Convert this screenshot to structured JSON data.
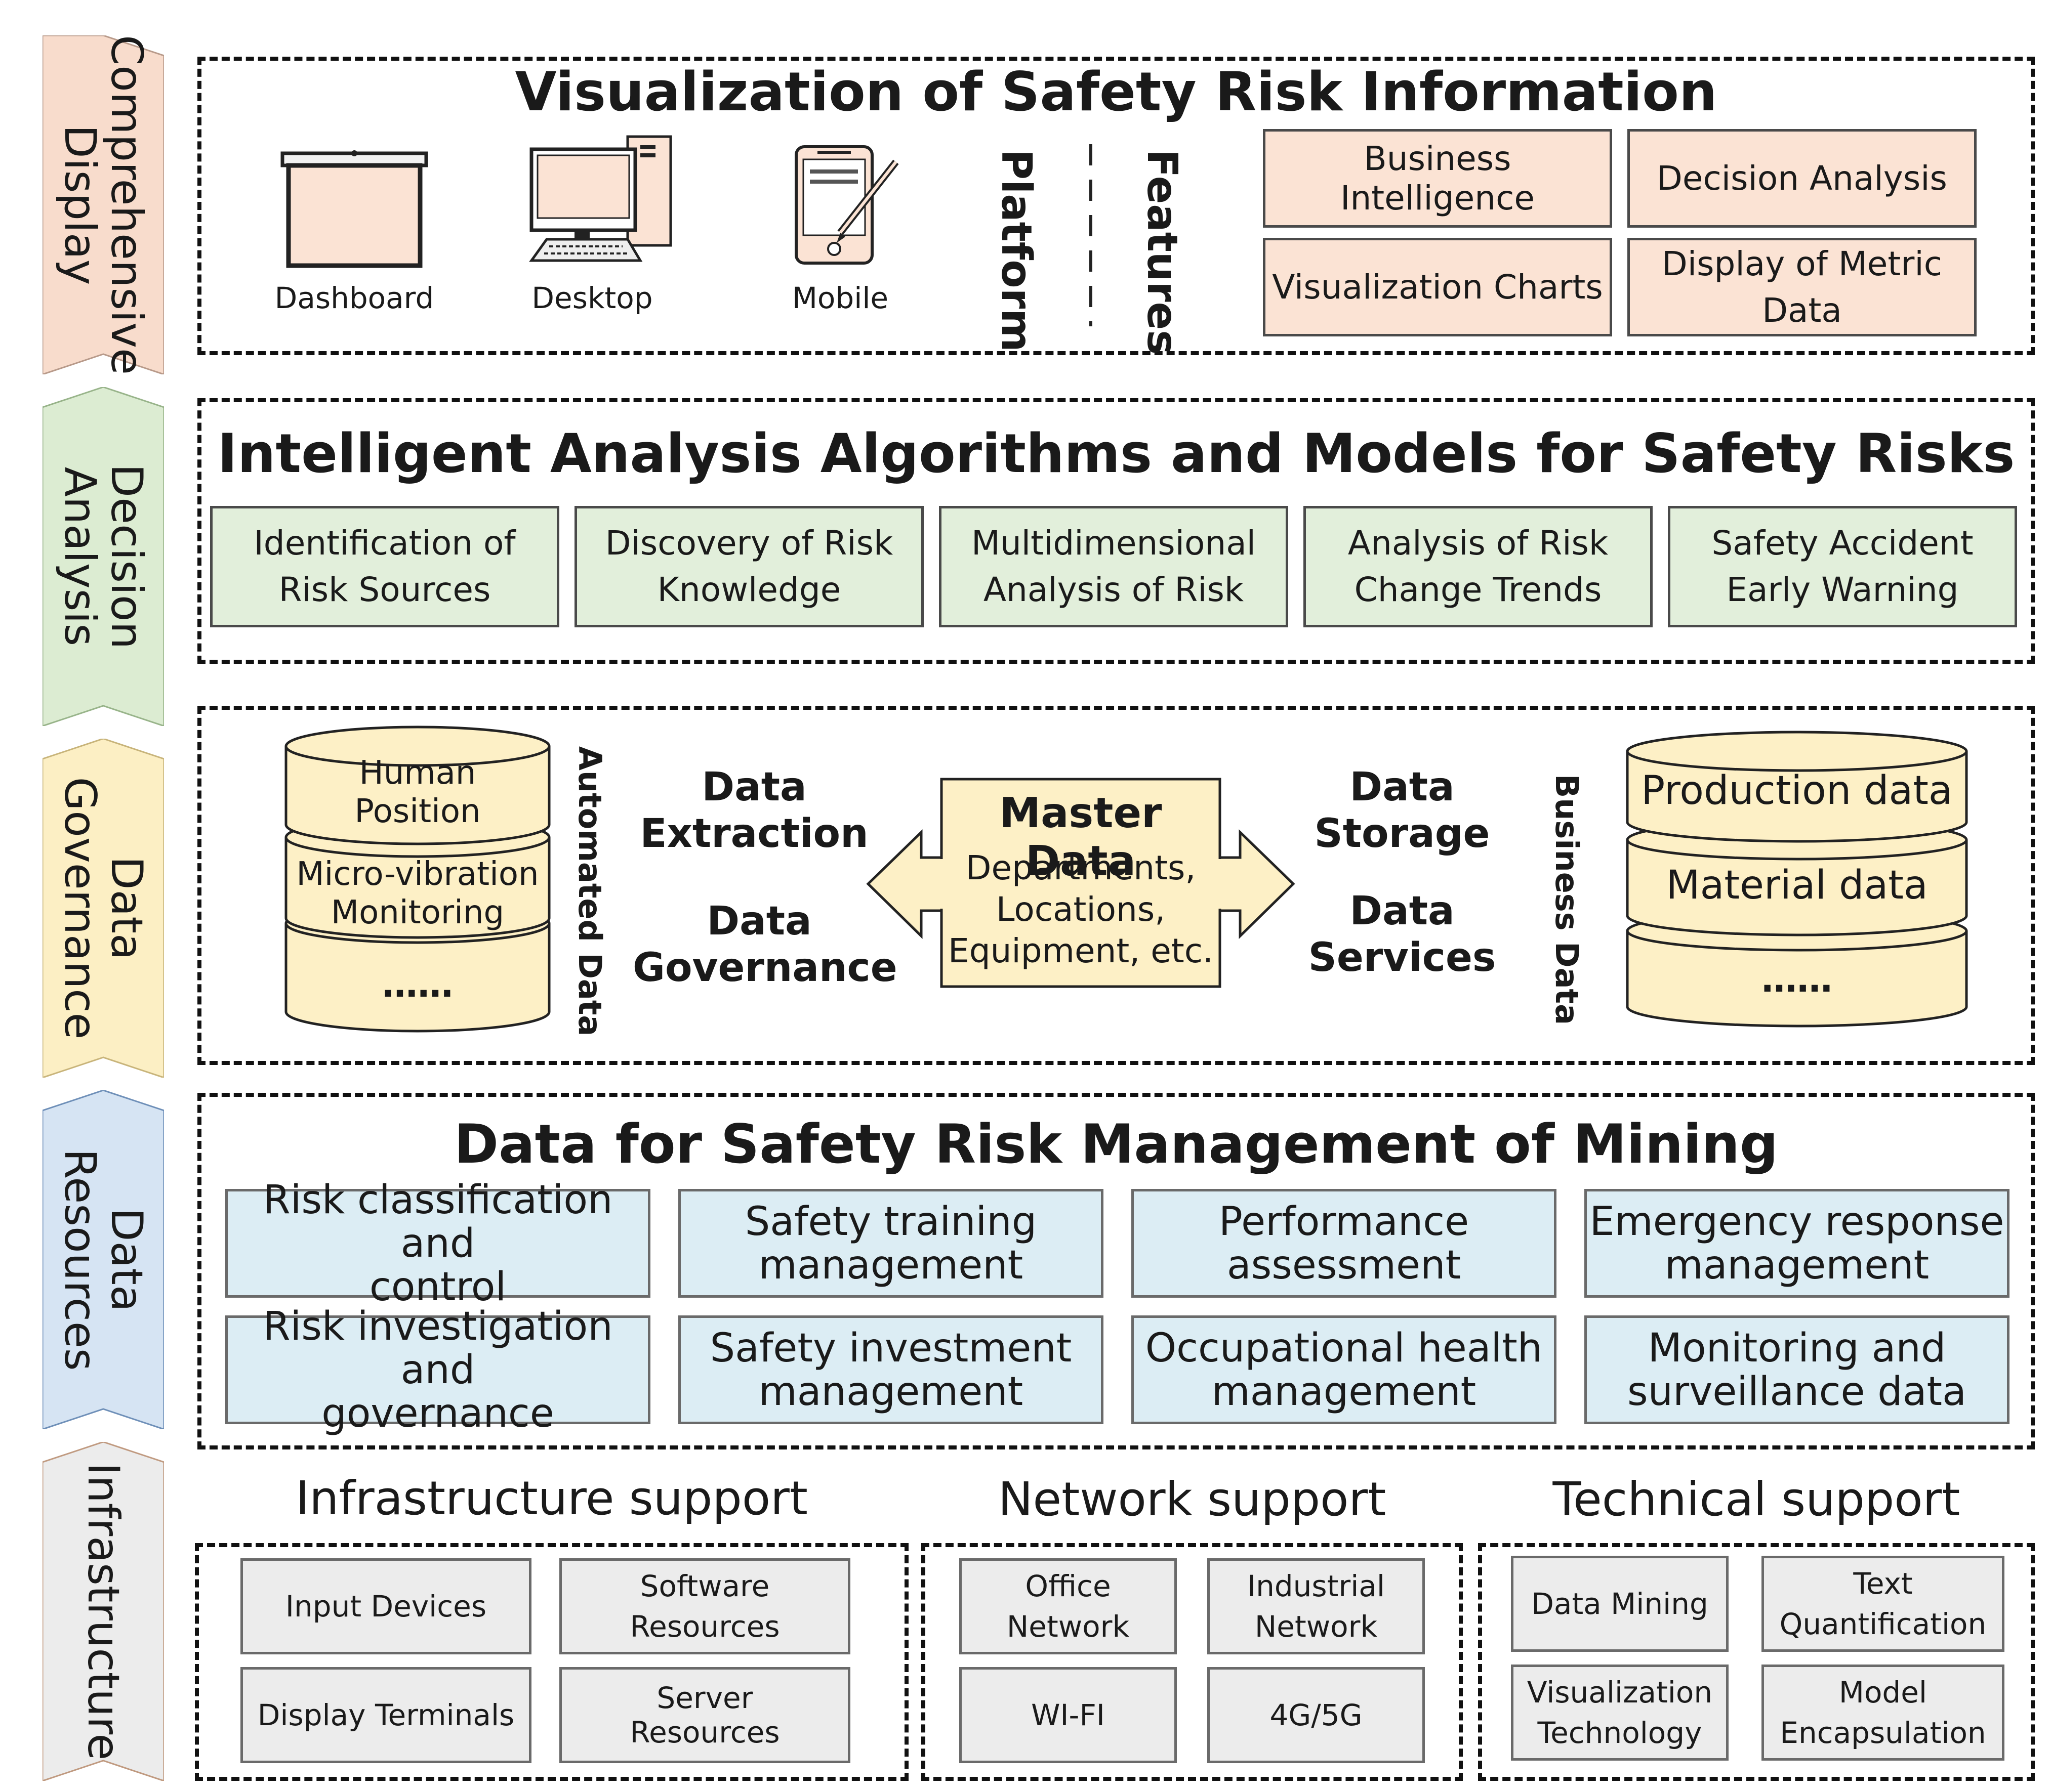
{
  "layers": [
    {
      "id": "display",
      "label": "Comprehensive\nDisplay",
      "color": "#f8dccc"
    },
    {
      "id": "decision",
      "label": "Decision\nAnalysis",
      "color": "#dcecd2"
    },
    {
      "id": "governance",
      "label": "Data\nGovernance",
      "color": "#fcefc4"
    },
    {
      "id": "resources",
      "label": "Data\nResources",
      "color": "#d6e4f3"
    },
    {
      "id": "infrastructure",
      "label": "Infrastructure",
      "color": "#ececec"
    }
  ],
  "display": {
    "title": "Visualization of Safety Risk Information",
    "devices": [
      "Dashboard",
      "Desktop",
      "Mobile"
    ],
    "platform_label": "Platform",
    "features_label": "Features",
    "features": [
      "Business\nIntelligence",
      "Decision Analysis",
      "Visualization Charts",
      "Display of Metric\nData"
    ]
  },
  "decision": {
    "title": "Intelligent Analysis Algorithms and Models for Safety Risks",
    "items": [
      "Identification of\nRisk Sources",
      "Discovery of Risk\nKnowledge",
      "Multidimensional\nAnalysis of Risk",
      "Analysis of Risk\nChange Trends",
      "Safety Accident\nEarly Warning"
    ]
  },
  "governance": {
    "automated_cylinders": [
      "Human\nPosition",
      "Micro-vibration\nMonitoring",
      "……"
    ],
    "automated_label": "Automated Data",
    "left_labels": [
      "Data\nExtraction",
      "Data\nGovernance"
    ],
    "master_title": "Master Data",
    "master_body": "Departments,\nLocations,\nEquipment, etc.",
    "right_labels": [
      "Data\nStorage",
      "Data\nServices"
    ],
    "business_label": "Business Data",
    "business_cylinders": [
      "Production data",
      "Material data",
      "……"
    ]
  },
  "resources": {
    "title": "Data for Safety Risk Management of Mining",
    "items": [
      "Risk classification and\ncontrol",
      "Safety training\nmanagement",
      "Performance\nassessment",
      "Emergency response\nmanagement",
      "Risk investigation and\ngovernance",
      "Safety investment\nmanagement",
      "Occupational health\nmanagement",
      "Monitoring and\nsurveillance data"
    ]
  },
  "infrastructure": {
    "groups": [
      {
        "title": "Infrastructure support",
        "items": [
          "Input Devices",
          "Software\nResources",
          "Display Terminals",
          "Server\nResources"
        ]
      },
      {
        "title": "Network support",
        "items": [
          "Office\nNetwork",
          "Industrial\nNetwork",
          "WI-FI",
          "4G/5G"
        ]
      },
      {
        "title": "Technical support",
        "items": [
          "Data Mining",
          "Text\nQuantification",
          "Visualization\nTechnology",
          "Model\nEncapsulation"
        ]
      }
    ]
  },
  "colors": {
    "peach": "#fbe3d4",
    "green": "#e2efdb",
    "yellow": "#fdf0c6",
    "blue": "#dcedf4",
    "grey": "#ececec",
    "border": "#111111"
  }
}
